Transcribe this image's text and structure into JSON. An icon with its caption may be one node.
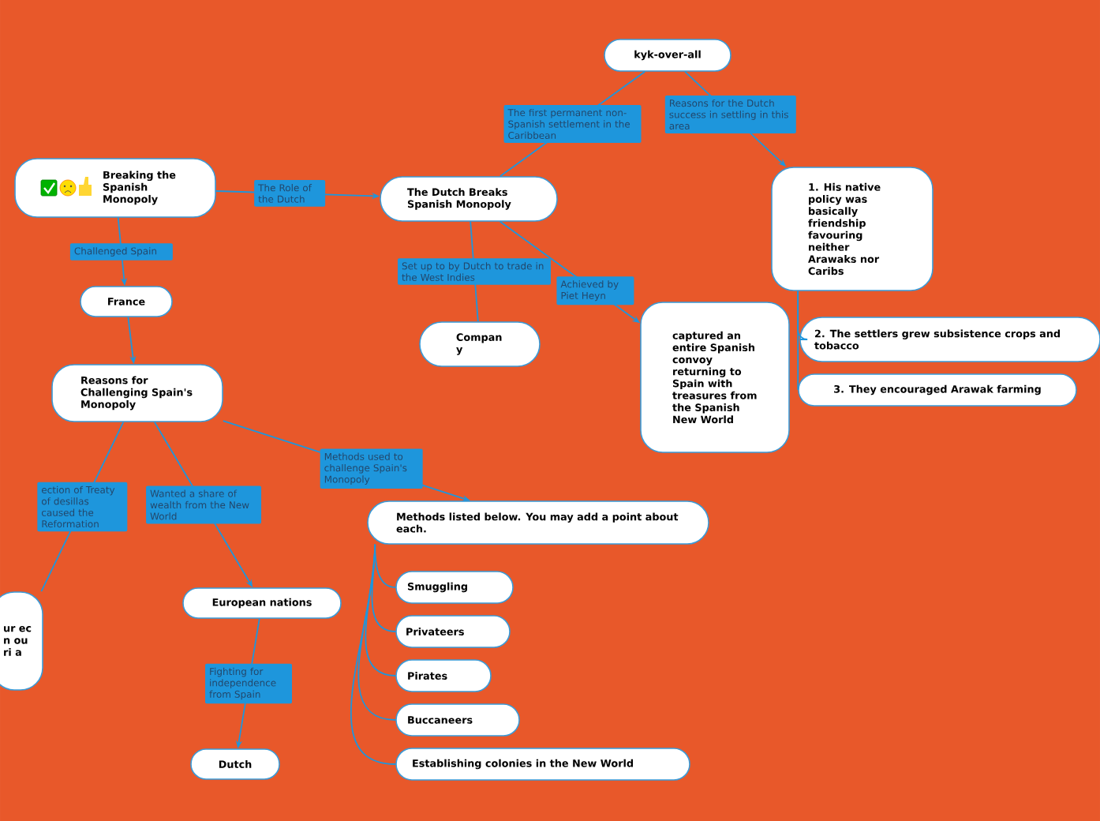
{
  "diagram": {
    "nodes": [
      {
        "text": [
          "Breaking the Spanish Monopoly"
        ]
      },
      {
        "text": [
          "The Dutch Breaks Spanish Monopoly"
        ]
      },
      {
        "text": [
          "kyk-over-all"
        ]
      },
      {
        "text": [
          "1. His native policy was basically friendship favouring neither Arawaks nor Caribs"
        ]
      },
      {
        "text": [
          "France"
        ]
      },
      {
        "text": [
          "Compan y"
        ]
      },
      {
        "text": [
          "captured an entire Spanish convoy returning to Spain with treasures from the Spanish New World"
        ]
      },
      {
        "text": [
          "2. The settlers grew subsistence crops and tobacco"
        ]
      },
      {
        "text": [
          "3. They encouraged Arawak farming"
        ]
      },
      {
        "text": [
          "Reasons for Challenging Spain's Monopoly"
        ]
      },
      {
        "text": [
          "Methods listed below. You may add a point about each."
        ]
      },
      {
        "text": [
          "European nations"
        ]
      },
      {
        "text": [
          "ur ec n ou ri a"
        ]
      },
      {
        "text": [
          "Smuggling"
        ]
      },
      {
        "text": [
          "Privateers"
        ]
      },
      {
        "text": [
          "Pirates"
        ]
      },
      {
        "text": [
          "Buccaneers"
        ]
      },
      {
        "text": [
          "Establishing colonies in the New World"
        ]
      },
      {
        "text": [
          "Dutch"
        ]
      }
    ],
    "edges": [
      {
        "from": 0,
        "to": 1,
        "arrow": "to",
        "label": "The Role of the Dutch"
      },
      {
        "from": 0,
        "to": 4,
        "arrow": "to",
        "label": "Challenged Spain"
      },
      {
        "from": 1,
        "to": 2,
        "arrow": "none",
        "label": "The first permanent non- Spanish settlement in the Caribbean"
      },
      {
        "from": 2,
        "to": 3,
        "arrow": "to",
        "label": "Reasons for the Dutch success in settling in this area"
      },
      {
        "from": 1,
        "to": 5,
        "arrow": "none",
        "label": "Set up to by Dutch to trade in the West Indies"
      },
      {
        "from": 1,
        "to": 6,
        "arrow": "to",
        "label": "Achieved by Piet Heyn"
      },
      {
        "from": 3,
        "to": 7,
        "arrow": "none"
      },
      {
        "from": 3,
        "to": 8,
        "arrow": "none"
      },
      {
        "from": 4,
        "to": 9,
        "arrow": "to"
      },
      {
        "from": 9,
        "to": 10,
        "arrow": "to",
        "label": "Methods used to challenge Spain's Monopoly"
      },
      {
        "from": 9,
        "to": 11,
        "arrow": "to",
        "label": "Wanted a share of wealth from the New World"
      },
      {
        "from": 9,
        "to": 12,
        "arrow": "none",
        "label": "ection of Treaty of desillas caused the Reformation"
      },
      {
        "from": 11,
        "to": 18,
        "arrow": "to",
        "label": "Fighting for independence from Spain"
      },
      {
        "from": 10,
        "to": 13,
        "arrow": "none"
      },
      {
        "from": 10,
        "to": 14,
        "arrow": "none"
      },
      {
        "from": 10,
        "to": 15,
        "arrow": "none"
      },
      {
        "from": 10,
        "to": 16,
        "arrow": "none"
      },
      {
        "from": 10,
        "to": 17,
        "arrow": "none"
      }
    ]
  }
}
